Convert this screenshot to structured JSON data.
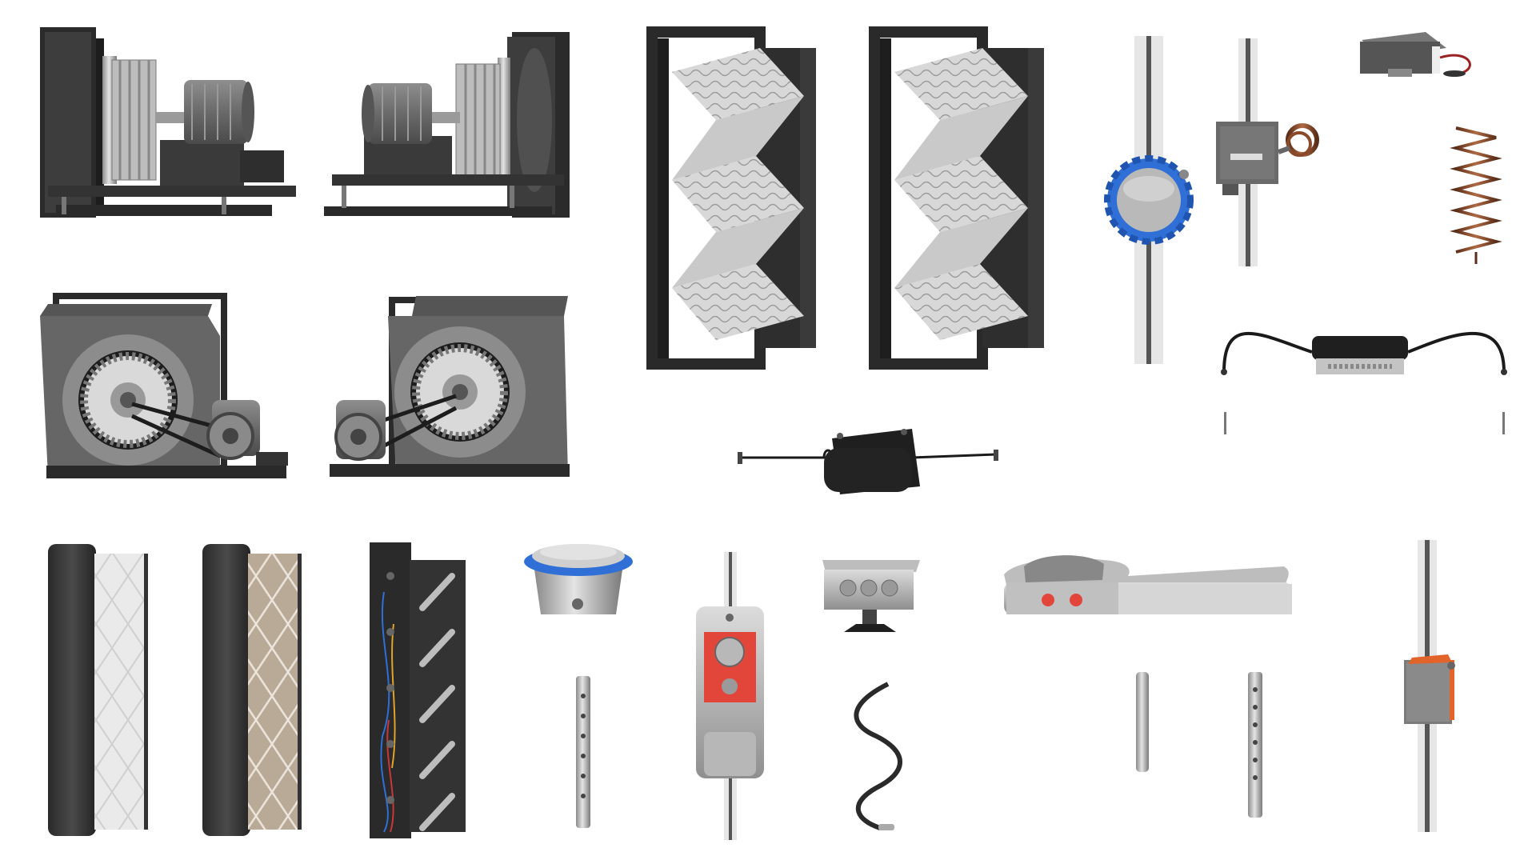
{
  "sheet": {
    "background": "#ffffff"
  },
  "palette": {
    "frame_dark": "#3c3c3c",
    "frame_black": "#262626",
    "housing_grey": "#5e5e5e",
    "metal_light": "#c9c9c9",
    "metal_mid": "#9a9a9a",
    "accent_blue": "#2f6fd6",
    "accent_red": "#e2463b",
    "accent_orange": "#e2642a",
    "copper": "#8a4a2a",
    "filter_white": "#e9e9e9",
    "filter_tan": "#b9aa98",
    "pipe_white": "#e6e6e6",
    "pipe_dark": "#555555"
  },
  "components": [
    {
      "id": "plenum-fan-left",
      "icon": "plenum-fan-icon"
    },
    {
      "id": "plenum-fan-right",
      "icon": "plenum-fan-icon"
    },
    {
      "id": "centrifugal-blower-left",
      "icon": "centrifugal-blower-icon"
    },
    {
      "id": "centrifugal-blower-right",
      "icon": "centrifugal-blower-icon"
    },
    {
      "id": "v-bank-filter-a",
      "icon": "v-bank-filter-icon"
    },
    {
      "id": "v-bank-filter-b",
      "icon": "v-bank-filter-icon"
    },
    {
      "id": "inline-meter-blue",
      "icon": "flow-meter-icon"
    },
    {
      "id": "inline-sensor-coil",
      "icon": "inline-sensor-icon"
    },
    {
      "id": "control-box-cable",
      "icon": "control-box-icon"
    },
    {
      "id": "copper-spring",
      "icon": "spring-icon"
    },
    {
      "id": "cable-hub-sensor",
      "icon": "cable-hub-icon"
    },
    {
      "id": "probe-pin-left",
      "icon": "probe-icon"
    },
    {
      "id": "probe-pin-right",
      "icon": "probe-icon"
    },
    {
      "id": "junction-box-black",
      "icon": "junction-box-icon"
    },
    {
      "id": "panel-filter-white",
      "icon": "panel-filter-icon"
    },
    {
      "id": "panel-filter-tan",
      "icon": "panel-filter-icon"
    },
    {
      "id": "uv-lamp-rack",
      "icon": "uv-lamp-icon"
    },
    {
      "id": "blue-cap-canister",
      "icon": "canister-icon"
    },
    {
      "id": "perforated-tube-left",
      "icon": "perforated-tube-icon"
    },
    {
      "id": "inline-valve-red",
      "icon": "valve-icon"
    },
    {
      "id": "terminal-box-mount",
      "icon": "terminal-box-icon"
    },
    {
      "id": "black-spiral-sensor",
      "icon": "spiral-probe-icon"
    },
    {
      "id": "drain-pan-tray",
      "icon": "drain-pan-icon"
    },
    {
      "id": "solid-rod",
      "icon": "rod-icon"
    },
    {
      "id": "perforated-tube-right",
      "icon": "perforated-tube-icon"
    },
    {
      "id": "orange-actuator",
      "icon": "actuator-icon"
    }
  ]
}
